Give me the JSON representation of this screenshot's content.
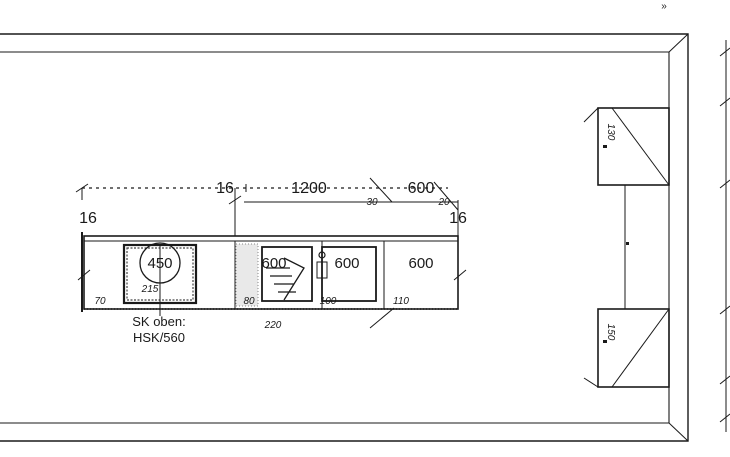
{
  "dimensions": {
    "top_left": "16",
    "top_mid": "1200",
    "top_right": "600",
    "top_small_left": "30",
    "top_small_right": "20",
    "side_left": "16",
    "side_right": "16"
  },
  "cabinets": {
    "hob": "450",
    "hob_sub": "215",
    "sink_left": "600",
    "sink_right": "600",
    "end_unit": "600"
  },
  "small_dims": {
    "d70": "70",
    "d80": "80",
    "d100": "100",
    "d110": "110",
    "d220": "220"
  },
  "labels": {
    "hood_line1": "SK oben:",
    "hood_line2": "HSK/560"
  },
  "windows": {
    "top": "130",
    "bottom": "150"
  },
  "corner_mark": "»"
}
